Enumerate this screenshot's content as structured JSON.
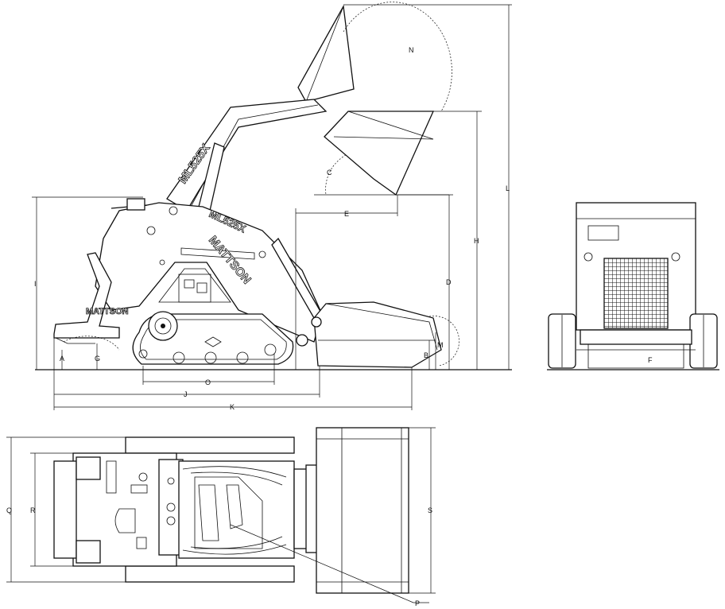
{
  "model_label": "ML525X",
  "brand_label": "MATTSON",
  "dimension_labels": {
    "A": "A",
    "B": "B",
    "C": "C",
    "D": "D",
    "E": "E",
    "F": "F",
    "G": "G",
    "H": "H",
    "I": "I",
    "J": "J",
    "K": "K",
    "L": "L",
    "M": "M",
    "N": "N",
    "O": "O",
    "P": "P",
    "Q": "Q",
    "R": "R",
    "S": "S"
  }
}
